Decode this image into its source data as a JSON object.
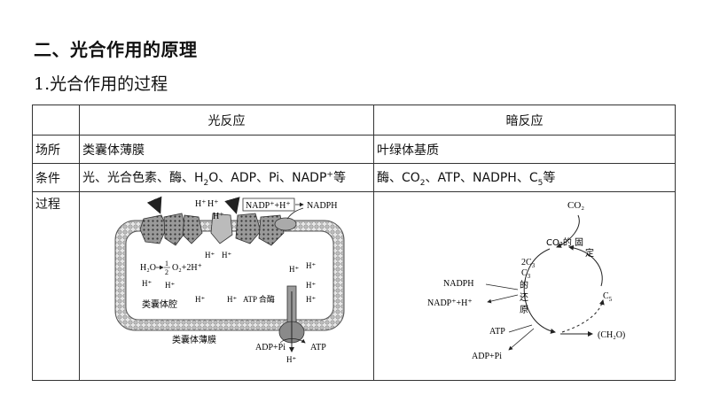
{
  "heading": "二、光合作用的原理",
  "subheading": "1.光合作用的过程",
  "table": {
    "header": {
      "blank": "",
      "light": "光反应",
      "dark": "暗反应"
    },
    "rows": {
      "site": {
        "label": "场所",
        "light": "类囊体薄膜",
        "dark": "叶绿体基质"
      },
      "conditions": {
        "label": "条件",
        "light": {
          "a": "光、光合色素、酶、H",
          "b": "O、ADP、Pi、NADP",
          "c": "等",
          "sub": "2",
          "sup": "+"
        },
        "dark": {
          "a": "酶、CO",
          "b": "、ATP、NADPH、C",
          "c": "等",
          "sub1": "2",
          "sub2": "5"
        }
      },
      "process": {
        "label": "过程"
      }
    }
  },
  "light_diagram": {
    "h_plus": "H⁺",
    "nadp_box": "NADP⁺+H⁺",
    "nadph": "NADPH",
    "water_split": "H₂O",
    "half": "1",
    "half_den": "2",
    "o2_eq": "O₂+2H⁺",
    "atp_synthase": "ATP 合酶",
    "lumen": "类囊体腔",
    "membrane": "类囊体薄膜",
    "adp_pi": "ADP+Pi",
    "atp": "ATP"
  },
  "dark_diagram": {
    "co2": "CO₂",
    "fixation_a": "CO₂的",
    "fixation_b": "固",
    "fixation_c": "定",
    "two_c3": "2C",
    "c3_sub": "3",
    "c3": "C",
    "reduction": [
      "的",
      "还",
      "原"
    ],
    "nadph": "NADPH",
    "nadp_h": "NADP⁺+H⁺",
    "c5": "C",
    "c5_sub": "5",
    "atp": "ATP",
    "adp_pi": "ADP+Pi",
    "ch2o": "(CH₂O)"
  },
  "colors": {
    "membrane_fill": "#d9d9d9",
    "protein_fill": "#8a8a8a",
    "line": "#222222"
  }
}
